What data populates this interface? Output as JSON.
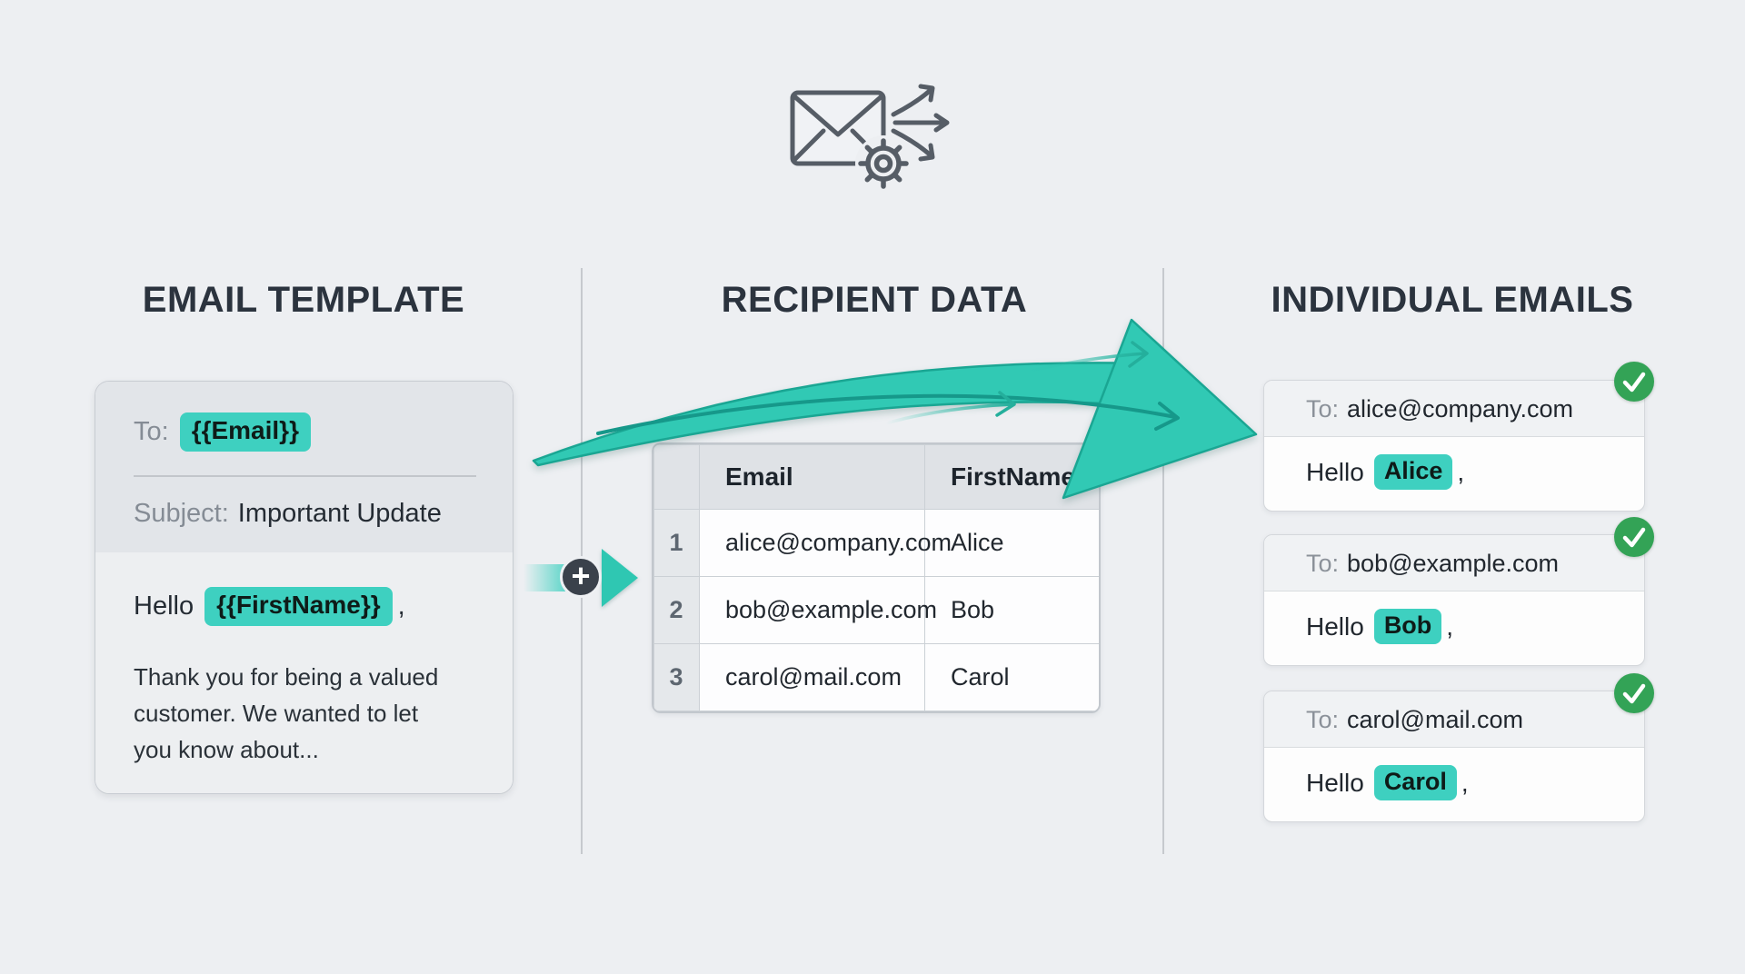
{
  "icons": {
    "plus": "+",
    "check": "✓",
    "top_icon_name": "envelope-gear-fanout"
  },
  "colors": {
    "accent_teal": "#3ed0c0",
    "arrow_teal": "#2fc7b2",
    "success_green": "#33a356",
    "heading_dark": "#2b333e",
    "connector_circle": "#3a414b"
  },
  "template": {
    "heading": "EMAIL TEMPLATE",
    "to_label": "To:",
    "to_variable": "{{Email}}",
    "subject_label": "Subject:",
    "subject_value": "Important Update",
    "greeting_prefix": "Hello",
    "greeting_variable": "{{FirstName}}",
    "greeting_suffix": ",",
    "body_lines": [
      "Thank you for being a valued",
      "customer. We wanted to let",
      "you know about..."
    ]
  },
  "recipients": {
    "heading": "RECIPIENT DATA",
    "table": {
      "headers": [
        "Email",
        "FirstName"
      ],
      "rows": [
        {
          "num": "1",
          "email": "alice@company.com",
          "first_name": "Alice"
        },
        {
          "num": "2",
          "email": "bob@example.com",
          "first_name": "Bob"
        },
        {
          "num": "3",
          "email": "carol@mail.com",
          "first_name": "Carol"
        }
      ]
    }
  },
  "individual": {
    "heading": "INDIVIDUAL EMAILS",
    "cards": [
      {
        "to_label": "To:",
        "to_value": "alice@company.com",
        "greeting_prefix": "Hello",
        "name": "Alice",
        "greeting_suffix": ","
      },
      {
        "to_label": "To:",
        "to_value": "bob@example.com",
        "greeting_prefix": "Hello",
        "name": "Bob",
        "greeting_suffix": ","
      },
      {
        "to_label": "To:",
        "to_value": "carol@mail.com",
        "greeting_prefix": "Hello",
        "name": "Carol",
        "greeting_suffix": ","
      }
    ]
  }
}
